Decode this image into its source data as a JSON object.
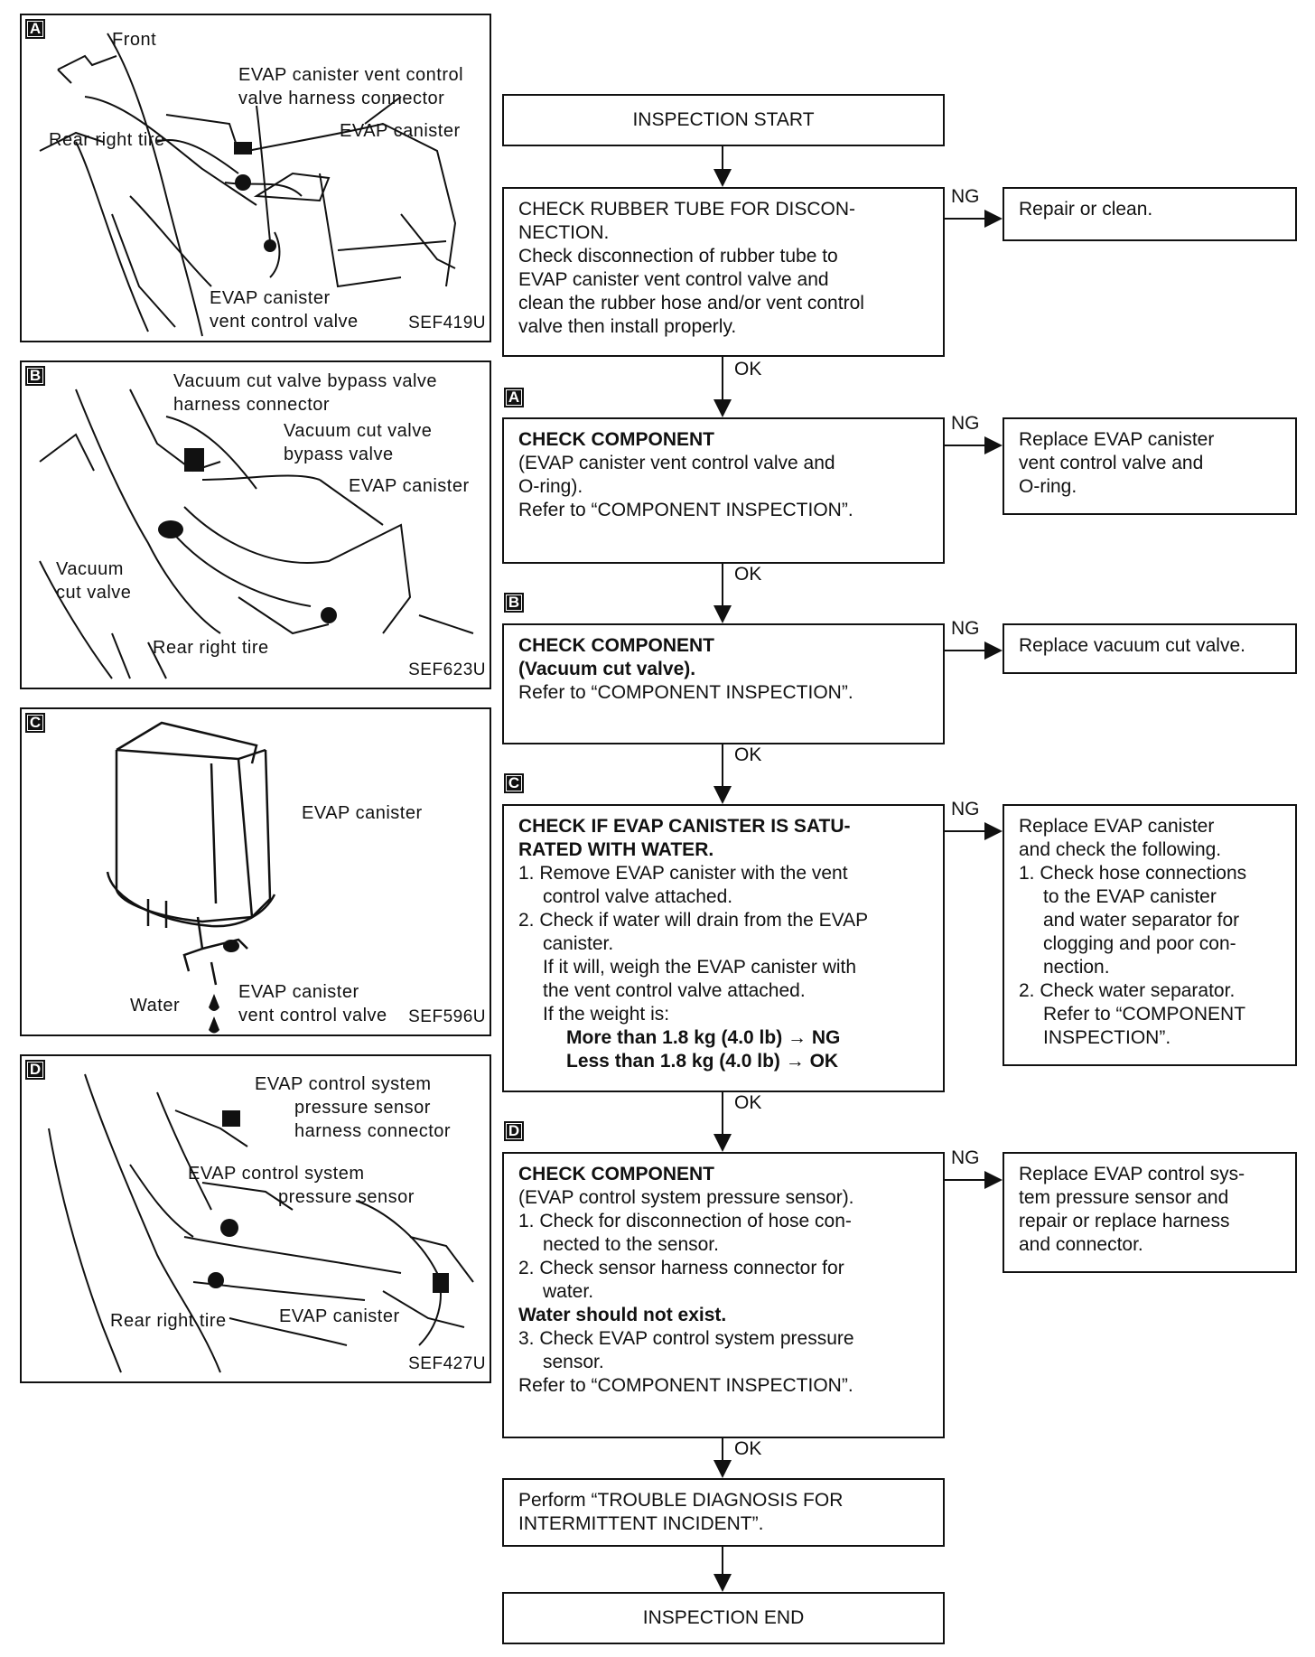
{
  "panels": [
    {
      "tag": "A",
      "code": "SEF419U",
      "labels": [
        "Front",
        "EVAP canister vent control",
        "valve harness connector",
        "Rear right tire",
        "EVAP canister",
        "EVAP canister",
        "vent control valve"
      ]
    },
    {
      "tag": "B",
      "code": "SEF623U",
      "labels": [
        "Vacuum cut valve bypass valve",
        "harness connector",
        "Vacuum cut valve",
        "bypass valve",
        "EVAP canister",
        "Vacuum",
        "cut valve",
        "Rear right tire"
      ]
    },
    {
      "tag": "C",
      "code": "SEF596U",
      "labels": [
        "EVAP canister",
        "EVAP canister",
        "vent control valve",
        "Water"
      ]
    },
    {
      "tag": "D",
      "code": "SEF427U",
      "labels": [
        "EVAP control system",
        "pressure sensor",
        "harness connector",
        "EVAP control system",
        "pressure sensor",
        "Rear right tire",
        "EVAP canister"
      ]
    }
  ],
  "flow": {
    "start": "INSPECTION START",
    "step1": {
      "lines": [
        "CHECK RUBBER TUBE FOR DISCON-",
        "NECTION.",
        "Check disconnection of rubber tube to",
        "EVAP canister vent control valve and",
        "clean the rubber hose and/or vent control",
        "valve then install properly."
      ],
      "ng": "Repair or clean."
    },
    "step2": {
      "tag": "A",
      "title": "CHECK COMPONENT",
      "lines": [
        "(EVAP canister vent control valve and",
        "O-ring).",
        "Refer to “COMPONENT INSPECTION”."
      ],
      "ng": [
        "Replace EVAP canister",
        "vent control valve and",
        "O-ring."
      ]
    },
    "step3": {
      "tag": "B",
      "title": "CHECK COMPONENT",
      "title2": "(Vacuum cut valve).",
      "lines": [
        "Refer to “COMPONENT INSPECTION”."
      ],
      "ng": "Replace vacuum cut valve."
    },
    "step4": {
      "tag": "C",
      "title": "CHECK IF EVAP CANISTER IS SATU-",
      "title2": "RATED WITH WATER.",
      "item1": "1. Remove EVAP canister with the vent",
      "item1b": "control valve attached.",
      "item2": "2. Check if water will drain from the EVAP",
      "item2b": "canister.",
      "sub1": "If it will, weigh the EVAP canister with",
      "sub2": "the vent control valve attached.",
      "sub3": "If the weight is:",
      "w1": "More than 1.8 kg (4.0 lb) → NG",
      "w2": "Less than 1.8 kg (4.0 lb) → OK",
      "ng": [
        "Replace EVAP canister",
        "and check the following.",
        "1. Check hose connections",
        "to the EVAP canister",
        "and water separator for",
        "clogging and poor con-",
        "nection.",
        "2. Check water separator.",
        "Refer to “COMPONENT",
        "INSPECTION”."
      ]
    },
    "step5": {
      "tag": "D",
      "title": "CHECK COMPONENT",
      "l1": "(EVAP control system pressure sensor).",
      "i1": "1. Check for disconnection of hose con-",
      "i1b": "nected to the sensor.",
      "i2": "2. Check sensor harness connector for",
      "i2b": "water.",
      "warn": "Water should not exist.",
      "i3": "3. Check EVAP control system pressure",
      "i3b": "sensor.",
      "ref": "Refer to “COMPONENT INSPECTION”.",
      "ng": [
        "Replace EVAP control sys-",
        "tem pressure sensor and",
        "repair or replace harness",
        "and connector."
      ]
    },
    "step6": {
      "lines": [
        "Perform “TROUBLE DIAGNOSIS FOR",
        "INTERMITTENT INCIDENT”."
      ]
    },
    "end": "INSPECTION END",
    "ok": "OK",
    "ngl": "NG"
  }
}
